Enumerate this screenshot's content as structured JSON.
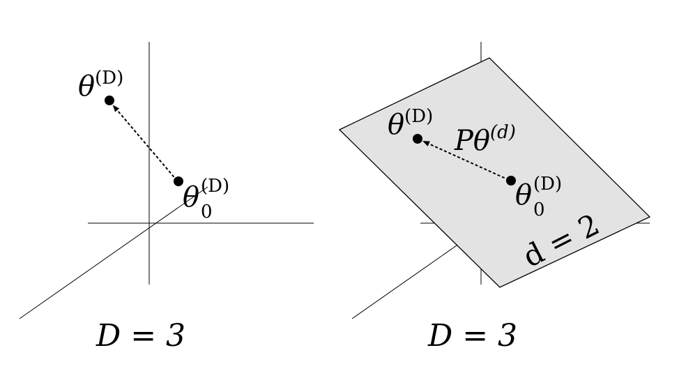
{
  "left_panel": {
    "caption": "D = 3",
    "target_point": {
      "symbol": "θ",
      "superscript": "(D)"
    },
    "origin_point": {
      "symbol": "θ",
      "subscript": "0",
      "superscript": "(D)"
    }
  },
  "right_panel": {
    "caption": "D = 3",
    "target_point": {
      "symbol": "θ",
      "superscript": "(D)"
    },
    "origin_point": {
      "symbol": "θ",
      "subscript": "0",
      "superscript": "(D)"
    },
    "projection_label": {
      "symbol": "Pθ",
      "superscript": "(d)"
    },
    "plane_label": "d = 2"
  },
  "colors": {
    "plane_fill": "#e3e3e3",
    "line": "#000000"
  }
}
